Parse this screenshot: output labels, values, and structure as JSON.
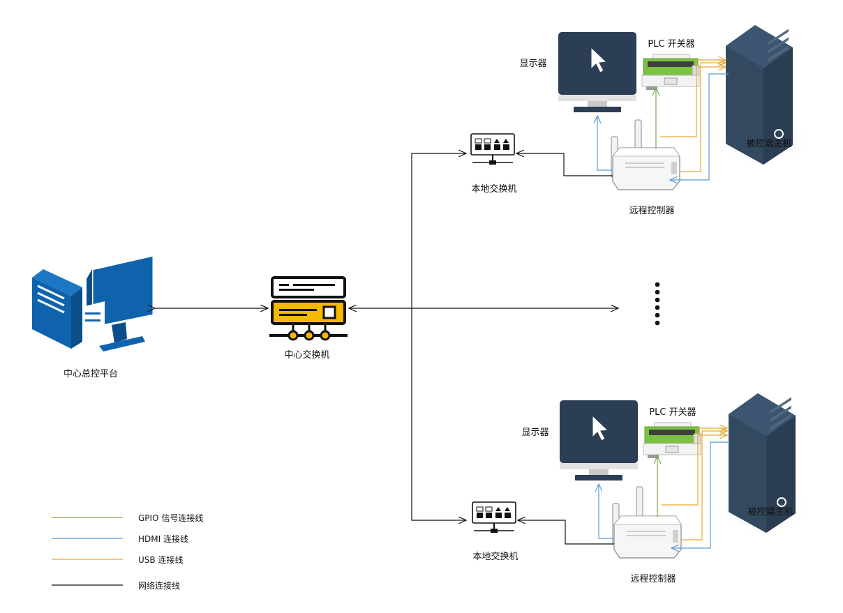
{
  "labels": {
    "central_platform": "中心总控平台",
    "central_switch": "中心交换机",
    "local_switch": "本地交换机",
    "remote_controller": "远程控制器",
    "monitor": "显示器",
    "plc_switch": "PLC 开关器",
    "controlled_host": "被控端主机"
  },
  "legend": [
    {
      "label": "GPIO 信号连接线",
      "color": "#7aa84f"
    },
    {
      "label": "HDMI 连接线",
      "color": "#5b9bd5"
    },
    {
      "label": "USB 连接线",
      "color": "#e8a830"
    },
    {
      "label": "网络连接线",
      "color": "#111111"
    }
  ],
  "colors": {
    "pc_blue": "#0f63ad",
    "switch_yellow": "#f5b800",
    "monitor_navy": "#2c3e55",
    "plc_green": "#7cc242",
    "usb_orange": "#e8a830",
    "hdmi_blue": "#5b9bd5",
    "gpio_green": "#7aa84f",
    "host_navy": "#2f4358"
  }
}
